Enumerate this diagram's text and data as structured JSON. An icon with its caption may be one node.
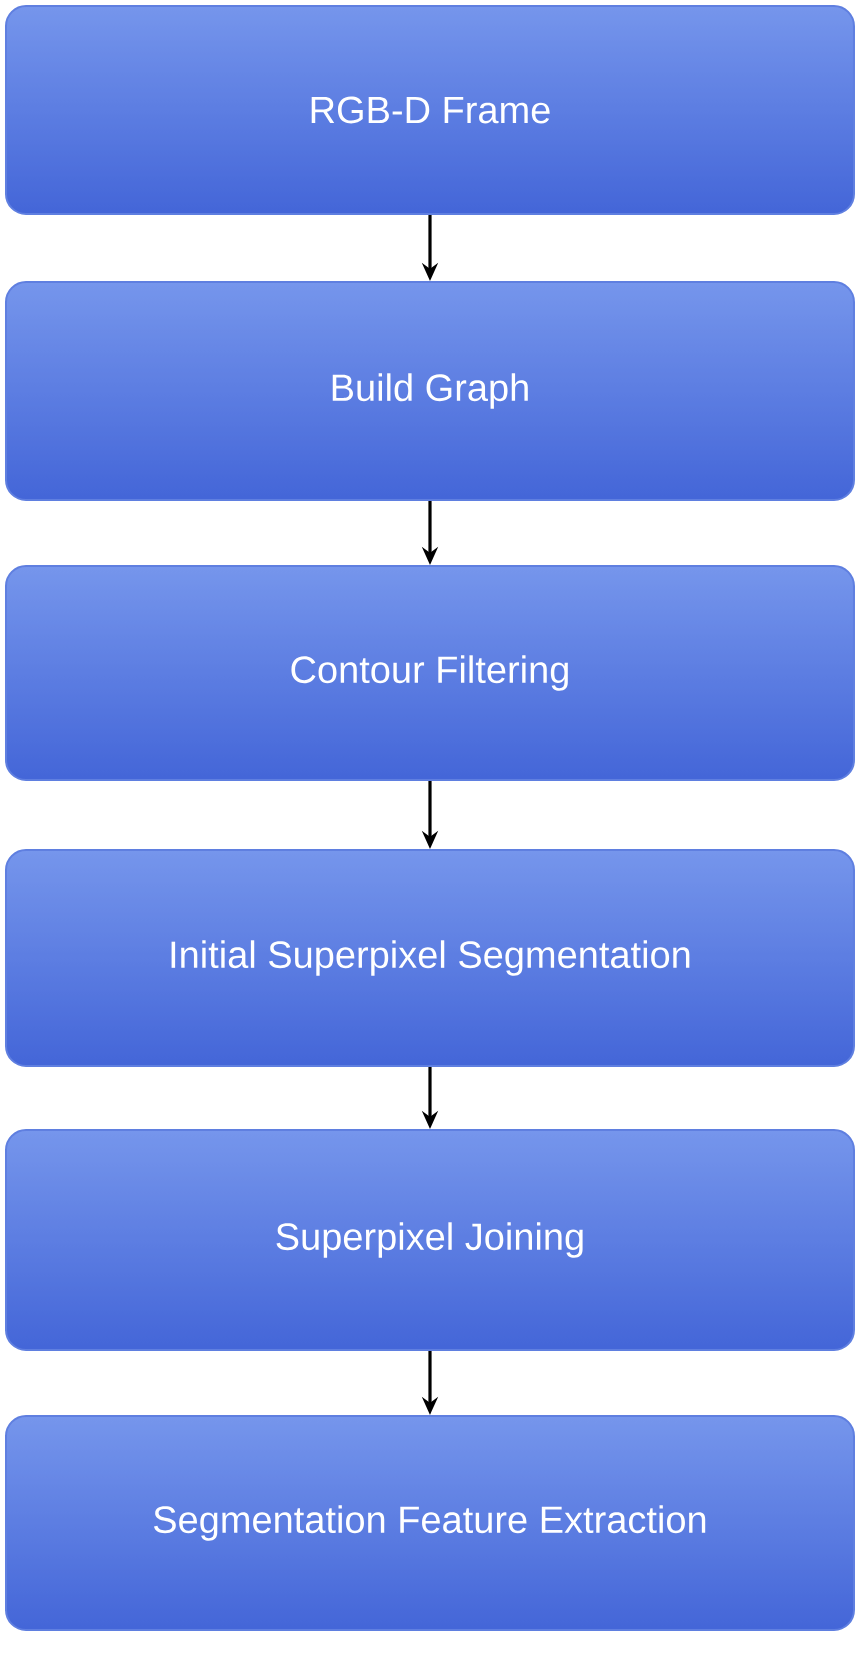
{
  "diagram": {
    "nodes": [
      {
        "text": [
          "RGB-D Frame"
        ]
      },
      {
        "text": [
          "Build Graph"
        ]
      },
      {
        "text": [
          "Contour Filtering"
        ]
      },
      {
        "text": [
          "Initial Superpixel Segmentation"
        ]
      },
      {
        "text": [
          "Superpixel Joining"
        ]
      },
      {
        "text": [
          "Segmentation Feature Extraction"
        ]
      }
    ],
    "edges": [
      {
        "from": 0,
        "to": 1,
        "arrow": "to"
      },
      {
        "from": 1,
        "to": 2,
        "arrow": "to"
      },
      {
        "from": 2,
        "to": 3,
        "arrow": "to"
      },
      {
        "from": 3,
        "to": 4,
        "arrow": "to"
      },
      {
        "from": 4,
        "to": 5,
        "arrow": "to"
      }
    ]
  }
}
